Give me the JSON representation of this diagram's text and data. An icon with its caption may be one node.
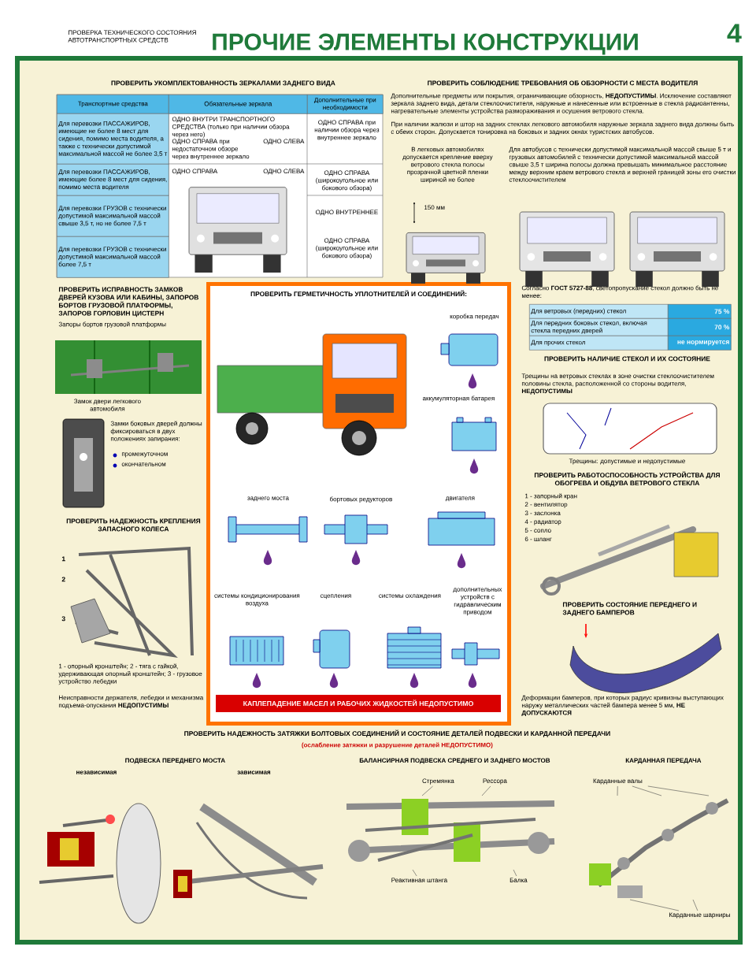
{
  "diagram": {
    "title": "ПРОЧИЕ ЭЛЕМЕНТЫ КОНСТРУКЦИИ",
    "nodes": [
      {
        "text": [
          "ПРОВЕРИТЬ ГЕРМЕТИЧНОСТЬ УПЛОТНИТЕЛЕЙ И СОЕДИНЕНИЙ:"
        ]
      },
      {
        "text": [
          "КАПЛЕПАДЕНИЕ МАСЕЛ И РАБОЧИХ ЖИДКОСТЕЙ НЕДОПУСТИМО"
        ],
        "in": 0
      },
      {
        "text": [
          "Стремянка"
        ]
      },
      {
        "text": [
          "Рессора"
        ]
      },
      {
        "text": [
          "Реактивная штанга"
        ]
      },
      {
        "text": [
          "Балка"
        ]
      },
      {
        "text": [
          "Карданные валы"
        ]
      },
      {
        "text": [
          "Карданные шарниры"
        ]
      },
      {
        "text": [],
        "shape": "picture"
      },
      {
        "text": [],
        "shape": "picture"
      }
    ],
    "edges": [
      {
        "from": 2,
        "to": 8,
        "arrow": "none"
      },
      {
        "from": 3,
        "to": 8,
        "arrow": "none"
      },
      {
        "from": 4,
        "to": 8,
        "arrow": "none"
      },
      {
        "from": 5,
        "to": 8,
        "arrow": "none"
      },
      {
        "from": 6,
        "to": 9,
        "arrow": "none"
      },
      {
        "from": 6,
        "to": 9,
        "arrow": "none"
      },
      {
        "from": 6,
        "to": 9,
        "arrow": "none"
      },
      {
        "from": 7,
        "to": 9,
        "arrow": "none"
      },
      {
        "from": 7,
        "to": 9,
        "arrow": "none"
      }
    ],
    "labels": [
      "ПРОВЕРКА ТЕХНИЧЕСКОГО СОСТОЯНИЯ АВТОТРАНСПОРТНЫХ СРЕДСТВ",
      "4",
      "ПРОВЕРИТЬ УКОМПЛЕКТОВАННОСТЬ ЗЕРКАЛАМИ ЗАДНЕГО ВИДА",
      "Транспортные средства",
      "Обязательные зеркала",
      "Дополнительные при необходимости",
      "Для перевозки ПАССАЖИРОВ, имеющие не более 8 мест для сидения, помимо места водителя, а также с технически допустимой максимальной массой не более 3,5 т",
      "ОДНО ВНУТРИ ТРАНСПОРТНОГО СРЕДСТВА (только при наличии обзора через него)",
      "ОДНО СПРАВА при недостаточном обзоре через внутреннее зеркало",
      "ОДНО СЛЕВА",
      "ОДНО СПРАВА при наличии обзора через внутреннее зеркало",
      "Для перевозки ПАССАЖИРОВ, имеющие более 8 мест для сидения, помимо места водителя",
      "ОДНО СПРАВА",
      "ОДНО СЛЕВА",
      "ОДНО СПРАВА (широкоугольное или бокового обзора)",
      "Для перевозки ГРУЗОВ с технически допустимой максимальной массой свыше 3,5 т, но не более 7,5 т",
      "Для перевозки ГРУЗОВ с технически допустимой максимальной массой более 7,5 т",
      "ОДНО ВНУТРЕННЕЕ",
      "ОДНО СПРАВА (широкоугольное или бокового обзора)",
      "ПРОВЕРИТЬ СОБЛЮДЕНИЕ ТРЕБОВАНИЯ ОБ ОБЗОРНОСТИ С МЕСТА ВОДИТЕЛЯ",
      "Дополнительные предметы или покрытия, ограничивающие обзорность, **НЕДОПУСТИМЫ**. Исключение составляют зеркала заднего вида, детали стеклоочистителя, наружные и нанесенные или встроенные в стекла радиоантенны, нагревательные элементы устройства размораживания и осушения ветрового стекла.",
      "При наличии жалюзи и штор на задних стеклах легкового автомобиля наружные зеркала заднего вида должны быть с обеих сторон. Допускается тонировка на боковых и задних окнах туристских автобусов.",
      "В легковых автомобилях допускается крепление вверху ветрового стекла полосы прозрачной цветной пленки шириной не более",
      "Для автобусов с технически допустимой максимальной массой свыше 5 т и грузовых автомобилей с технически допустимой максимальной массой свыше 3,5 т ширина полосы должна превышать минимальное расстояние между верхним краем ветрового стекла и верхней границей зоны его очистки стеклоочистителем",
      "150 мм",
      "ПРОВЕРИТЬ ИСПРАВНОСТЬ ЗАМКОВ ДВЕРЕЙ КУЗОВА ИЛИ КАБИНЫ, ЗАПОРОВ БОРТОВ ГРУЗОВОЙ ПЛАТФОРМЫ, ЗАПОРОВ ГОРЛОВИН ЦИСТЕРН",
      "Запоры бортов грузовой платформы",
      "Замок двери легкового автомобиля",
      "Замки боковых дверей должны фиксироваться в двух положениях запирания:",
      "промежуточном",
      "окончательном",
      "ПРОВЕРИТЬ НАДЕЖНОСТЬ КРЕПЛЕНИЯ ЗАПАСНОГО КОЛЕСА",
      "1",
      "2",
      "3",
      "1 - опорный кронштейн; 2 - тяга с гайкой, удерживающая опорный кронштейн; 3 - грузовое устройство лебедки",
      "Неисправности держателя, лебедки и механизма подъема-опускания **НЕДОПУСТИМЫ**",
      "коробка передач",
      "аккумуляторная батарея",
      "заднего моста",
      "бортовых редукторов",
      "двигателя",
      "системы кондиционирования воздуха",
      "сцепления",
      "системы охлаждения",
      "дополнительных устройств с гидравлическим приводом",
      "Согласно **ГОСТ 5727-88**, светопропускание стекол должно быть не менее:",
      "Для ветровых (передних) стекол",
      "75 %",
      "Для передних боковых стекол, включая стекла передних дверей",
      "70 %",
      "Для прочих стекол",
      "не нормируется",
      "ПРОВЕРИТЬ НАЛИЧИЕ СТЕКОЛ И ИХ СОСТОЯНИЕ",
      "Трещины на ветровых стеклах в зоне очистки стеклоочистителем половины стекла, расположенной со стороны водителя, **НЕДОПУСТИМЫ**",
      "Трещины: допустимые и недопустимые",
      "ПРОВЕРИТЬ РАБОТОСПОСОБНОСТЬ УСТРОЙСТВА ДЛЯ ОБОГРЕВА И ОБДУВА ВЕТРОВОГО СТЕКЛА",
      "ПРОВЕРИТЬ СОСТОЯНИЕ ПЕРЕДНЕГО И ЗАДНЕГО БАМПЕРОВ",
      "Деформации бамперов, при которых радиус кривизны выступающих наружу металлических частей бампера менее 5 мм, **НЕ ДОПУСКАЮТСЯ**",
      "ПРОВЕРИТЬ НАДЕЖНОСТЬ ЗАТЯЖКИ БОЛТОВЫХ СОЕДИНЕНИЙ И СОСТОЯНИЕ ДЕТАЛЕЙ ПОДВЕСКИ И КАРДАННОЙ ПЕРЕДАЧИ",
      "(ослабление затяжки и разрушение деталей НЕДОПУСТИМО)",
      "ПОДВЕСКА ПЕРЕДНЕГО МОСТА",
      "независимая",
      "зависимая",
      "БАЛАНСИРНАЯ ПОДВЕСКА СРЕДНЕГО И ЗАДНЕГО МОСТОВ",
      "КАРДАННАЯ ПЕРЕДАЧА",
      "1 - запорный кран",
      "2 - вентилятор",
      "3 - заслонка",
      "4 - радиатор",
      "5 - сопло",
      "6 - шланг"
    ]
  }
}
